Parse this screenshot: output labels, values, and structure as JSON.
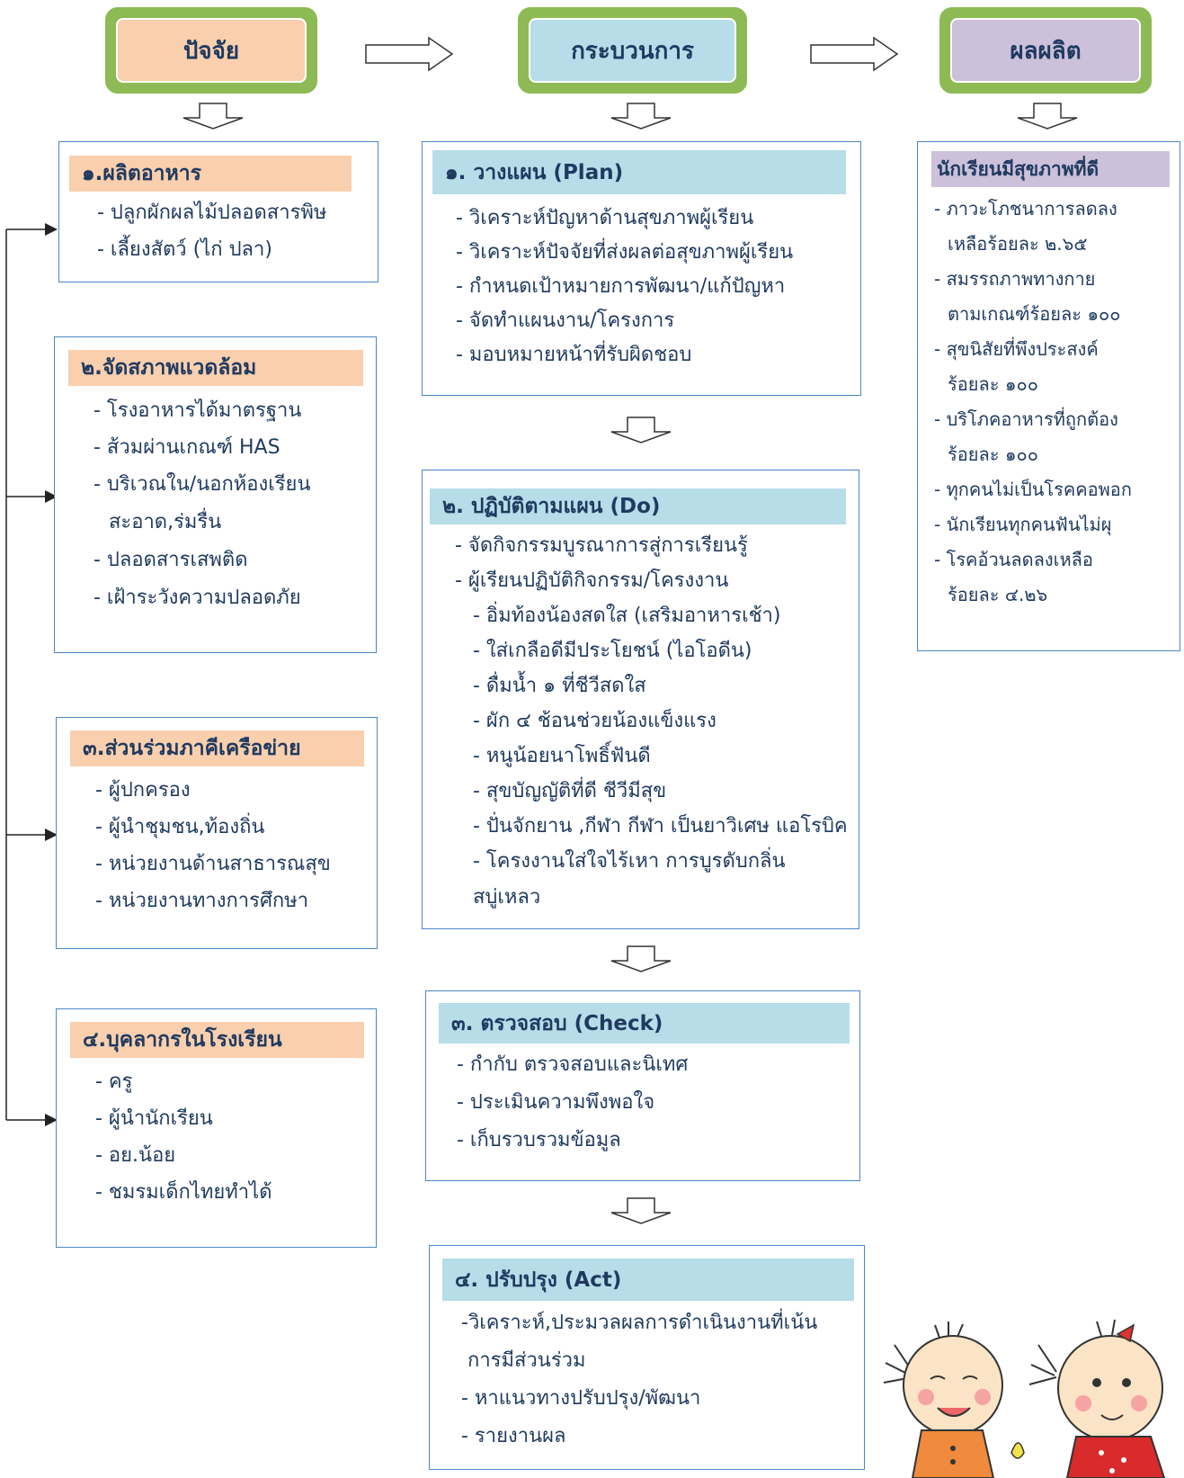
{
  "headers": {
    "factor": "ปัจจัย",
    "process": "กระบวนการ",
    "output": "ผลผลิต"
  },
  "factors": [
    {
      "title": "๑.ผลิตอาหาร",
      "lines": [
        "- ปลูกผักผลไม้ปลอดสารพิษ",
        "- เลี้ยงสัตว์ (ไก่ ปลา)"
      ]
    },
    {
      "title": "๒.จัดสภาพแวดล้อม",
      "lines": [
        "- โรงอาหารได้มาตรฐาน",
        "- ส้วมผ่านเกณฑ์ HAS",
        "- บริเวณใน/นอกห้องเรียน",
        "สะอาด,ร่มรื่น",
        "- ปลอดสารเสพติด",
        "- เฝ้าระวังความปลอดภัย"
      ]
    },
    {
      "title": "๓.ส่วนร่วมภาคีเครือข่าย",
      "lines": [
        "- ผู้ปกครอง",
        "- ผู้นำชุมชน,ท้องถิ่น",
        "- หน่วยงานด้านสาธารณสุข",
        "- หน่วยงานทางการศึกษา"
      ]
    },
    {
      "title": "๔.บุคลากรในโรงเรียน",
      "lines": [
        "- ครู",
        "- ผู้นำนักเรียน",
        "- อย.น้อย",
        "- ชมรมเด็กไทยทำได้"
      ]
    }
  ],
  "process": [
    {
      "title": "๑. วางแผน (Plan)",
      "lines": [
        "- วิเคราะห์ปัญหาด้านสุขภาพผู้เรียน",
        "- วิเคราะห์ปัจจัยที่ส่งผลต่อสุขภาพผู้เรียน",
        "- กำหนดเป้าหมายการพัฒนา/แก้ปัญหา",
        "- จัดทำแผนงาน/โครงการ",
        "- มอบหมายหน้าที่รับผิดชอบ"
      ]
    },
    {
      "title": "๒. ปฏิบัติตามแผน (Do)",
      "lines": [
        "- จัดกิจกรรมบูรณาการสู่การเรียนรู้",
        "-  ผู้เรียนปฏิบัติกิจกรรม/โครงงาน",
        "- อิ่มท้องน้องสดใส (เสริมอาหารเช้า)",
        "- ใส่เกลือดีมีประโยชน์ (ไอโอดีน)",
        "- ดื่มน้ำ ๑ ที่ชีวีสดใส",
        "- ผัก ๔ ช้อนช่วยน้องแข็งแรง",
        "- หนูน้อยนาโพธิ์ฟันดี",
        "- สุขบัญญัติที่ดี ชีวีมีสุข",
        "- ปั่นจักยาน ,กีฬา กีฬา เป็นยาวิเศษ แอโรบิค",
        "- โครงงานใส่ใจไร้เหา การบูรดับกลิ่น",
        "สบู่เหลว"
      ]
    },
    {
      "title": "๓. ตรวจสอบ (Check)",
      "lines": [
        "- กำกับ ตรวจสอบและนิเทศ",
        "- ประเมินความพึงพอใจ",
        "- เก็บรวบรวมข้อมูล"
      ]
    },
    {
      "title": "๔. ปรับปรุง (Act)",
      "lines": [
        "-วิเคราะห์,ประมวลผลการดำเนินงานที่เน้น",
        "การมีส่วนร่วม",
        "- หาแนวทางปรับปรุง/พัฒนา",
        "- รายงานผล"
      ]
    }
  ],
  "output": {
    "title": "นักเรียนมีสุขภาพที่ดี",
    "lines": [
      "- ภาวะโภชนาการลดลง",
      "เหลือร้อยละ ๒.๖๕",
      "- สมรรถภาพทางกาย",
      "ตามเกณฑ์ร้อยละ ๑๐๐",
      "- สุขนิสัยที่พึงประสงค์",
      "ร้อยละ ๑๐๐",
      "- บริโภคอาหารที่ถูกต้อง",
      "ร้อยละ ๑๐๐",
      "- ทุกคนไม่เป็นโรคคอพอก",
      "- นักเรียนทุกคนฟันไม่ผุ",
      "- โรคอ้วนลดลงเหลือ",
      "ร้อยละ ๔.๒๖"
    ]
  },
  "colors": {
    "header_border": "#8dba54",
    "factor_bar": "#f9cfae",
    "process_bar": "#b6dde8",
    "output_bar": "#ccc0da",
    "box_border": "#4a86c5"
  }
}
